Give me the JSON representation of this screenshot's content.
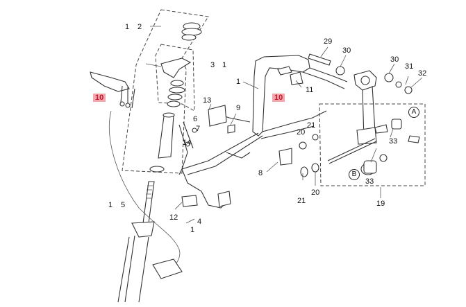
{
  "callouts": {
    "c1_2": "1",
    "c2": "2",
    "c3_1": "3",
    "c3_right": "1",
    "c10_left": "10",
    "c10_right": "10",
    "c1_frame": "1",
    "c11": "11",
    "c29": "29",
    "c30a": "30",
    "c30b": "30",
    "c31": "31",
    "c32": "32",
    "c13": "13",
    "c9": "9",
    "c6": "6",
    "c14": "14",
    "c7": "7",
    "c20a": "20",
    "c21a": "21",
    "c8": "8",
    "c33a": "33",
    "c33b": "33",
    "c21b": "21",
    "c20b": "20",
    "c19": "19",
    "c1_5": "1",
    "c5": "5",
    "c12": "12",
    "c4": "4",
    "c1_4": "1",
    "refA": "A",
    "refB": "B"
  },
  "highlight_color": "#f3a7ad"
}
